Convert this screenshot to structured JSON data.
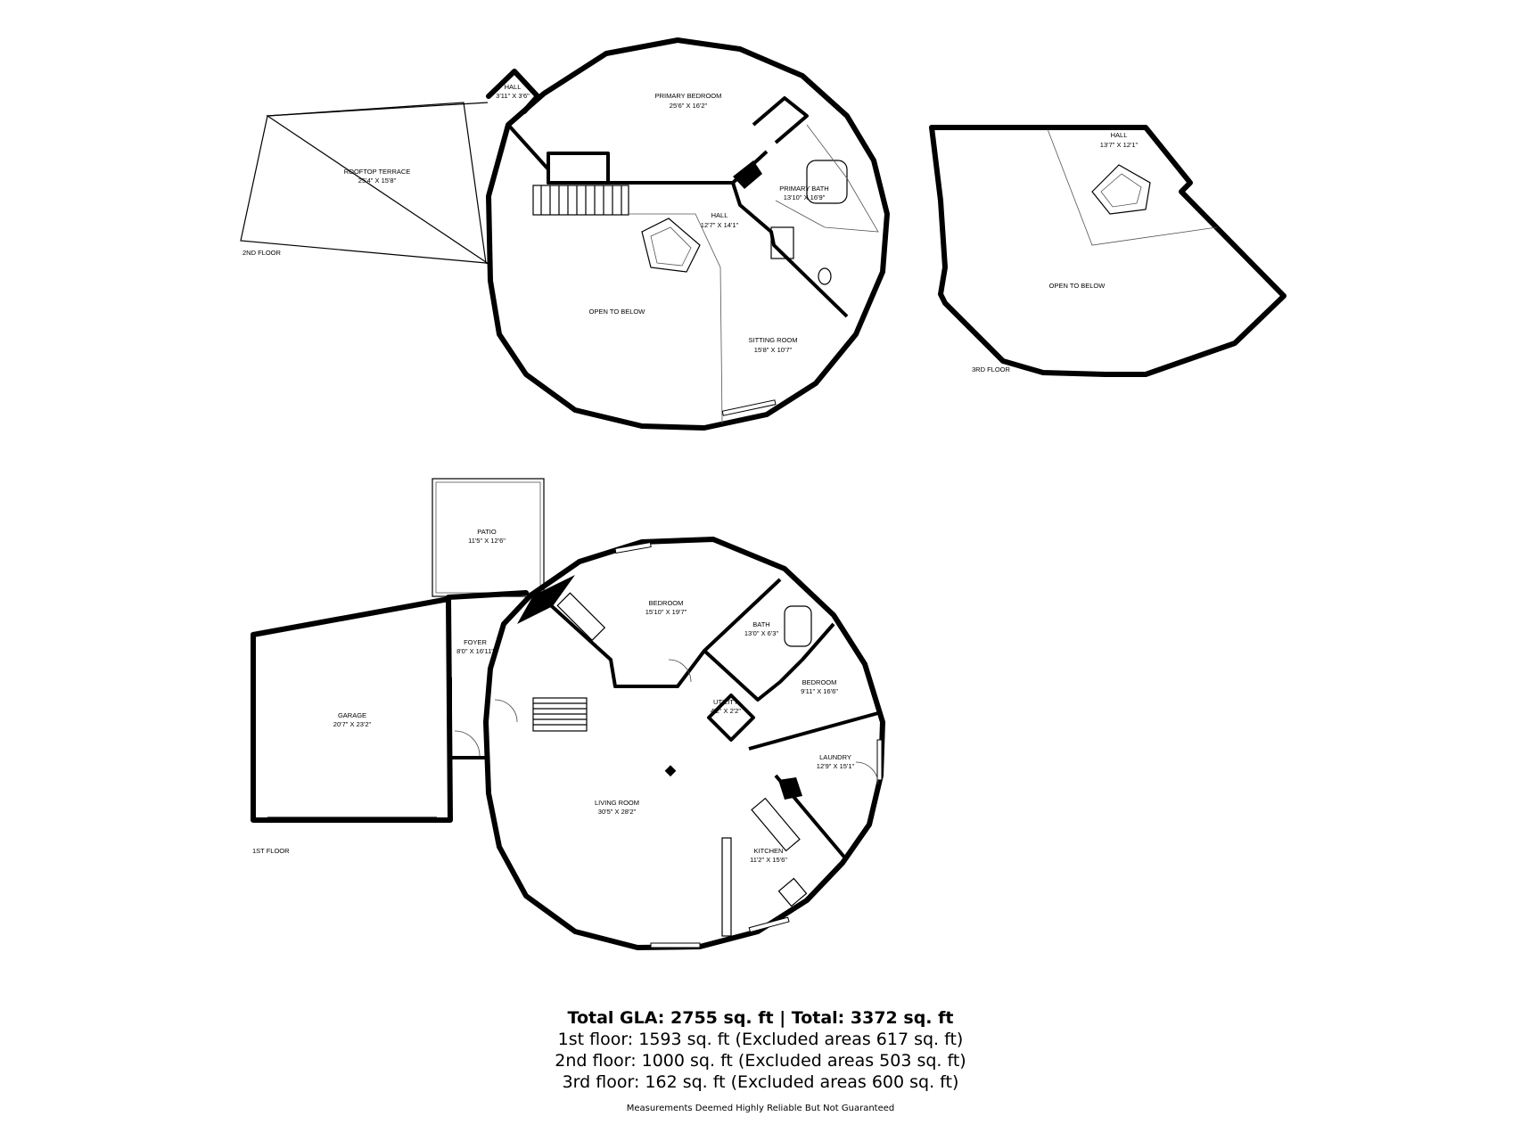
{
  "floors": {
    "second": {
      "label": "2ND FLOOR",
      "rooms": [
        {
          "id": "rooftop-terrace",
          "name": "ROOFTOP TERRACE",
          "dims": "25'4\" X 15'8\""
        },
        {
          "id": "hall-small",
          "name": "HALL",
          "dims": "3'11\" X 3'6\""
        },
        {
          "id": "primary-bedroom",
          "name": "PRIMARY BEDROOM",
          "dims": "25'6\" X 16'2\""
        },
        {
          "id": "primary-bath",
          "name": "PRIMARY BATH",
          "dims": "13'10\" X 16'9\""
        },
        {
          "id": "hall-2nd",
          "name": "HALL",
          "dims": "12'7\" X 14'1\""
        },
        {
          "id": "open-to-below-2nd",
          "name": "OPEN TO BELOW",
          "dims": ""
        },
        {
          "id": "sitting-room",
          "name": "SITTING ROOM",
          "dims": "15'8\" X 10'7\""
        }
      ]
    },
    "third": {
      "label": "3RD FLOOR",
      "rooms": [
        {
          "id": "hall-3rd",
          "name": "HALL",
          "dims": "13'7\" X 12'1\""
        },
        {
          "id": "open-to-below-3rd",
          "name": "OPEN TO BELOW",
          "dims": ""
        }
      ]
    },
    "first": {
      "label": "1ST FLOOR",
      "rooms": [
        {
          "id": "patio",
          "name": "PATIO",
          "dims": "11'5\" X 12'6\""
        },
        {
          "id": "foyer",
          "name": "FOYER",
          "dims": "8'0\" X 16'11\""
        },
        {
          "id": "garage",
          "name": "GARAGE",
          "dims": "20'7\" X 23'2\""
        },
        {
          "id": "bedroom-1",
          "name": "BEDROOM",
          "dims": "15'10\" X 19'7\""
        },
        {
          "id": "bath",
          "name": "BATH",
          "dims": "13'0\" X 6'3\""
        },
        {
          "id": "bedroom-2",
          "name": "BEDROOM",
          "dims": "9'11\" X 16'6\""
        },
        {
          "id": "utility",
          "name": "UTILITY",
          "dims": "4'2\" X 2'2\""
        },
        {
          "id": "laundry",
          "name": "LAUNDRY",
          "dims": "12'9\" X 15'1\""
        },
        {
          "id": "living-room",
          "name": "LIVING ROOM",
          "dims": "30'5\" X 28'2\""
        },
        {
          "id": "kitchen",
          "name": "KITCHEN",
          "dims": "11'2\" X 15'6\""
        }
      ]
    }
  },
  "summary": {
    "total": "Total GLA: 2755 sq. ft | Total: 3372 sq. ft",
    "first_floor": "1st floor: 1593 sq. ft (Excluded areas 617 sq. ft)",
    "second_floor": "2nd floor: 1000 sq. ft (Excluded areas 503 sq. ft)",
    "third_floor": "3rd floor: 162 sq. ft (Excluded areas 600 sq. ft)",
    "disclaimer": "Measurements Deemed Highly Reliable But Not Guaranteed"
  }
}
